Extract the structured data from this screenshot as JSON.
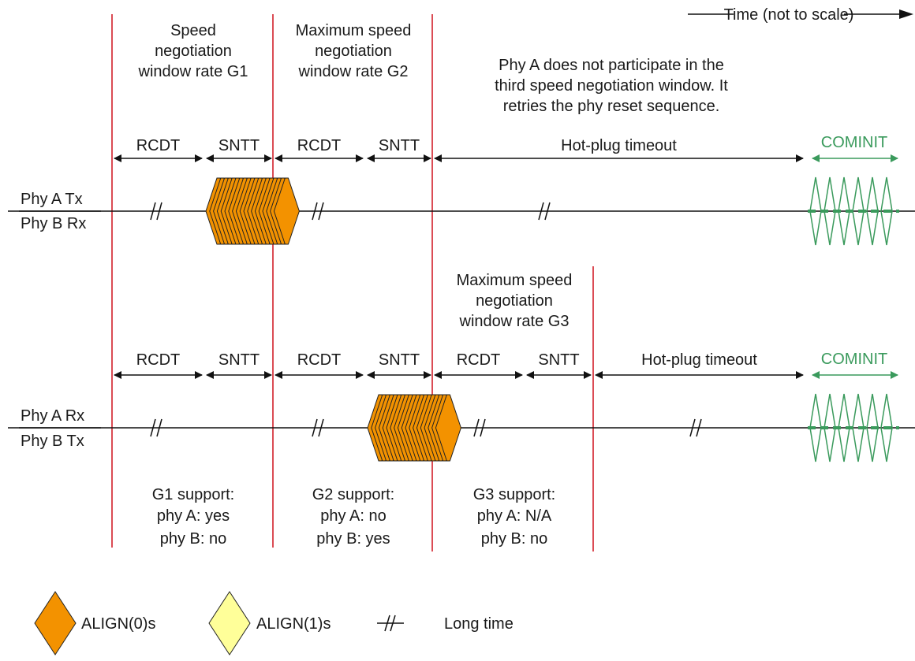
{
  "time_axis_label": "Time (not to scale)",
  "colors": {
    "window_line": "#d21f2a",
    "align0": "#f39200",
    "align1": "#ffff99",
    "cominit": "#3a9a5c"
  },
  "windows": {
    "g1_title": [
      "Speed",
      "negotiation",
      "window rate G1"
    ],
    "g2_title": [
      "Maximum speed",
      "negotiation",
      "window rate G2"
    ],
    "g3_title": [
      "Maximum speed",
      "negotiation",
      "window rate G3"
    ],
    "note": [
      "Phy A does not participate in the",
      "third speed negotiation window. It",
      "retries the phy reset sequence."
    ]
  },
  "top_row": {
    "signal_labels": [
      "Phy A Tx",
      "Phy B Rx"
    ],
    "segments": [
      "RCDT",
      "SNTT",
      "RCDT",
      "SNTT",
      "Hot-plug timeout"
    ],
    "cominit": "COMINIT"
  },
  "bottom_row": {
    "signal_labels": [
      "Phy A Rx",
      "Phy B Tx"
    ],
    "segments": [
      "RCDT",
      "SNTT",
      "RCDT",
      "SNTT",
      "RCDT",
      "SNTT",
      "Hot-plug timeout"
    ],
    "cominit": "COMINIT"
  },
  "support": {
    "g1": [
      "G1 support:",
      "phy A: yes",
      "phy B: no"
    ],
    "g2": [
      "G2 support:",
      "phy A: no",
      "phy B: yes"
    ],
    "g3": [
      "G3 support:",
      "phy A: N/A",
      "phy B: no"
    ]
  },
  "legend": {
    "align0": "ALIGN(0)s",
    "align1": "ALIGN(1)s",
    "long_time": "Long time"
  }
}
